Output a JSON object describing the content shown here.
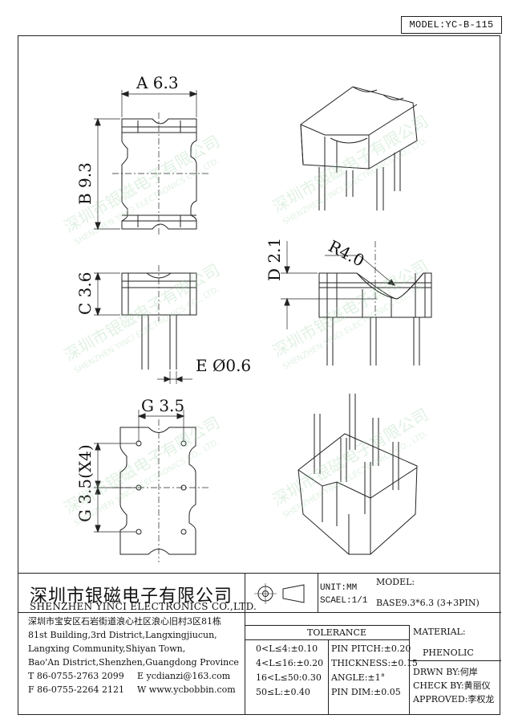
{
  "model_label": "MODEL:YC-B-115",
  "dimensions": {
    "a": "A 6.3",
    "b": "B 9.3",
    "c": "C 3.6",
    "d": "D 2.1",
    "r": "R4.0",
    "e": "E Ø0.6",
    "g_h": "G 3.5",
    "g_v": "G 3.5(X4)"
  },
  "watermark": {
    "cn": "深圳市银磁电子有限公司",
    "en": "SHENZHEN YINCI ELECTRONICS CO., LTD."
  },
  "company": {
    "cn_name": "深圳市银磁电子有限公司",
    "en_name": "SHENZHEN YINCI ELECTRONICS CO.,LTD.",
    "address_cn": "深圳市宝安区石岩街道浪心社区浪心旧村3区81栋",
    "address_en_1": "81st Building,3rd District,Langxingjiucun,",
    "address_en_2": "Langxing Community,Shiyan Town,",
    "address_en_3": "Bao'An District,Shenzhen,Guangdong Province",
    "tel": "T 86-0755-2763 2099",
    "email": "E ycdianzi@163.com",
    "fax": "F 86-0755-2264 2121",
    "web": "W www.ycbobbin.com"
  },
  "unit": "UNIT:MM",
  "scale": "SCAEL:1/1",
  "model_header": "MODEL:",
  "model_value": "BASE9.3*6.3 (3+3PIN)",
  "tolerance": {
    "title": "TOLERANCE",
    "left": [
      "0<L≤4:±0.10",
      "4<L≤16:±0.20",
      "16<L≤50:0.30",
      "50≤L:±0.40"
    ],
    "right": [
      "PIN PITCH:±0.20",
      "THICKNESS:±0.15",
      "ANGLE:±1°",
      "PIN DIM:±0.05"
    ]
  },
  "material_label": "MATERIAL:",
  "material_value": "PHENOLIC",
  "drawn_by": "DRWN BY:何岸",
  "check_by": "CHECK BY:黄丽仪",
  "approved": "APPROVED:李权龙"
}
